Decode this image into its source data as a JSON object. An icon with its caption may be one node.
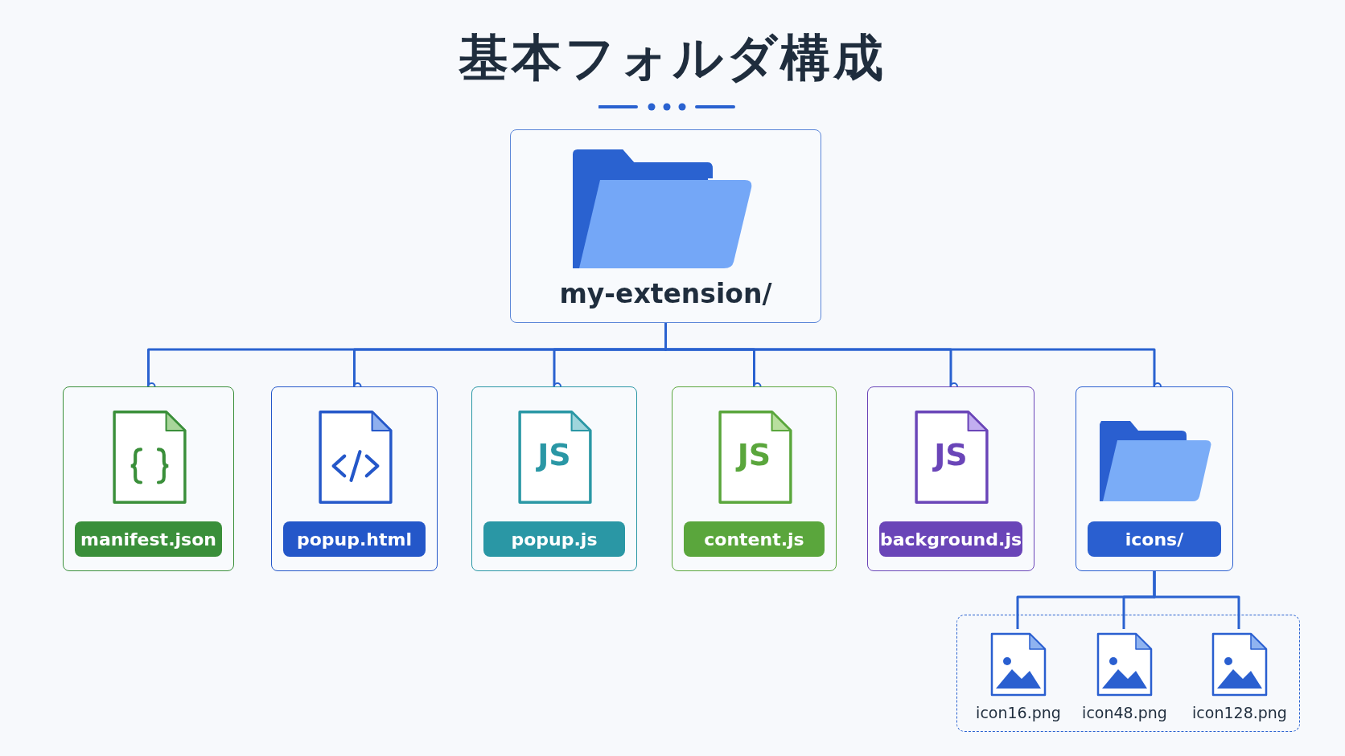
{
  "diagram": {
    "title": "基本フォルダ構成",
    "nodes": [
      {
        "text": [
          "my-extension/"
        ]
      },
      {
        "text": [
          "manifest.json"
        ]
      },
      {
        "text": [
          "popup.html"
        ]
      },
      {
        "text": [
          "JS",
          "popup.js"
        ]
      },
      {
        "text": [
          "JS",
          "content.js"
        ]
      },
      {
        "text": [
          "JS",
          "background.js"
        ]
      },
      {
        "text": [
          "icons/"
        ]
      },
      {
        "text": [],
        "shape": "box"
      },
      {
        "text": [
          "icon16.png"
        ],
        "in": 7
      },
      {
        "text": [
          "icon48.png"
        ],
        "in": 7
      },
      {
        "text": [
          "icon128.png"
        ],
        "in": 7
      }
    ],
    "edges": [
      {
        "from": 0,
        "to": 1,
        "arrow": "other"
      },
      {
        "from": 0,
        "to": 2,
        "arrow": "other"
      },
      {
        "from": 0,
        "to": 3,
        "arrow": "other"
      },
      {
        "from": 0,
        "to": 4,
        "arrow": "other"
      },
      {
        "from": 0,
        "to": 5,
        "arrow": "other"
      },
      {
        "from": 0,
        "to": 6,
        "arrow": "other"
      },
      {
        "from": 6,
        "to": 8,
        "arrow": "none"
      },
      {
        "from": 6,
        "to": 9,
        "arrow": "none"
      },
      {
        "from": 6,
        "to": 10,
        "arrow": "none"
      }
    ]
  }
}
